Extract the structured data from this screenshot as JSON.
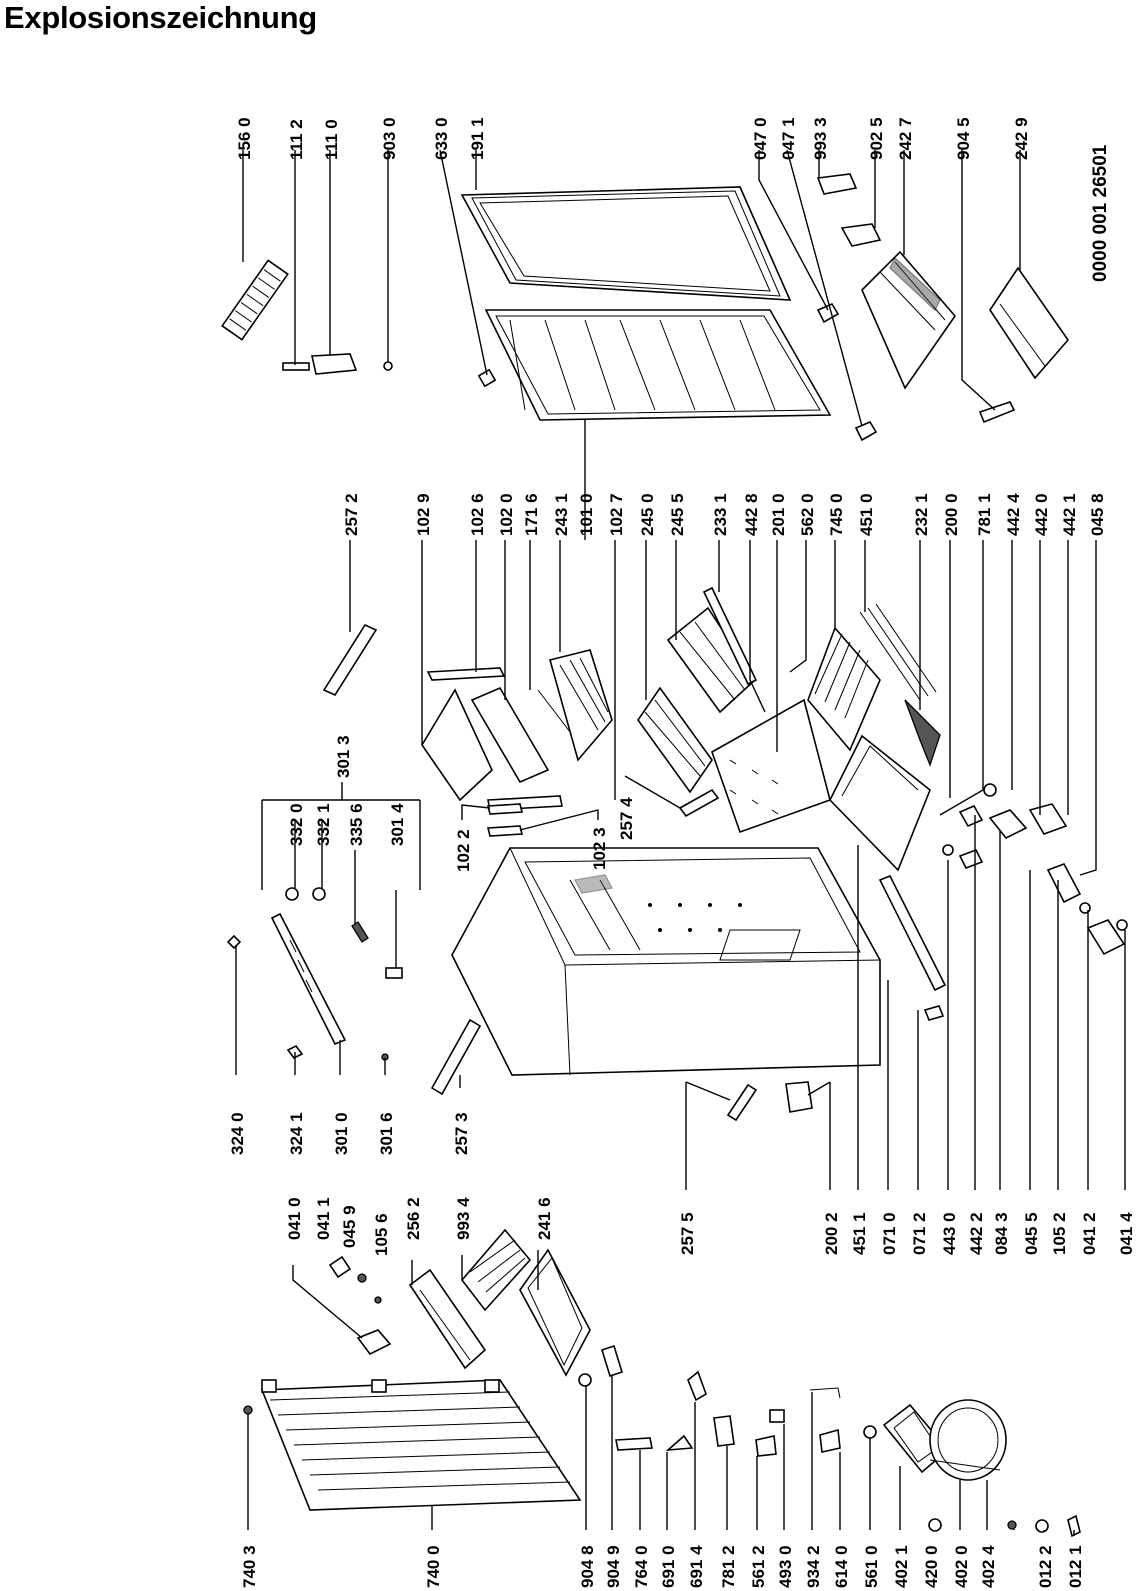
{
  "title": "Explosionszeichnung",
  "doc_code": "0000 001 26501",
  "labels_top": [
    "156 0",
    "111 2",
    "111 0",
    "903 0",
    "633 0",
    "191 1",
    "047 0",
    "047 1",
    "993 3",
    "902 5",
    "242 7",
    "904 5",
    "242 9"
  ],
  "labels_upper_mid": [
    "257 2",
    "102 9",
    "102 6",
    "102 0",
    "171 6",
    "243 1",
    "101 0",
    "102 7",
    "245 0",
    "245 5",
    "233 1",
    "442 8",
    "201 0",
    "562 0",
    "745 0",
    "451 0",
    "232 1",
    "200 0",
    "781 1",
    "442 4",
    "442 0",
    "442 1",
    "045 8"
  ],
  "labels_group": [
    "301 3",
    "332 0",
    "332 1",
    "335 6",
    "301 4"
  ],
  "labels_mid_inline": [
    "102 2",
    "102 3",
    "257 4"
  ],
  "labels_mid_bottom": [
    "324 0",
    "324 1",
    "301 0",
    "301 6",
    "257 3",
    "257 5",
    "200 2",
    "451 1",
    "071 0",
    "071 2",
    "443 0",
    "442 2",
    "084 3",
    "045 5",
    "105 2",
    "041 2",
    "041 4"
  ],
  "labels_lower_mid": [
    "041 0",
    "041 1",
    "045 9",
    "105 6",
    "256 2",
    "993 4",
    "241 6"
  ],
  "labels_bottom": [
    "740 3",
    "740 0",
    "904 8",
    "904 9",
    "764 0",
    "691 0",
    "691 4",
    "781 2",
    "561 2",
    "493 0",
    "934 2",
    "614 0",
    "561 0",
    "402 1",
    "420 0",
    "402 0",
    "402 4",
    "012 2",
    "012 1"
  ]
}
